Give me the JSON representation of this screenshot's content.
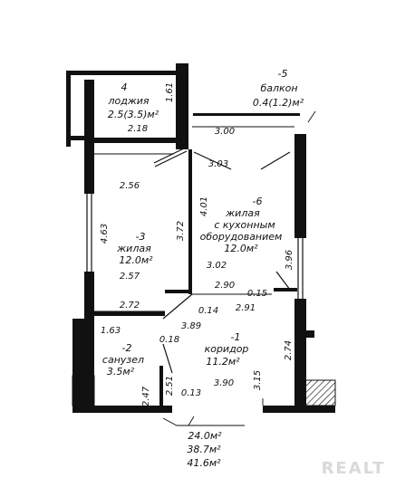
{
  "rooms": {
    "loggia": {
      "number": "4",
      "name": "лоджия",
      "area": "2.5(3.5)м²"
    },
    "balcony": {
      "number": "-5",
      "name": "балкон",
      "area": "0.4(1.2)м²"
    },
    "kitchen": {
      "number": "-6",
      "name_line1": "жилая",
      "name_line2": "с кухонным",
      "name_line3": "оборудованием",
      "area": "12.0м²"
    },
    "living": {
      "number": "-3",
      "name": "жилая",
      "area": "12.0м²"
    },
    "bathroom": {
      "number": "-2",
      "name": "санузел",
      "area": "3.5м²"
    },
    "corridor": {
      "number": "-1",
      "name": "коридор",
      "area": "11.2м²"
    }
  },
  "dimensions": {
    "d161": "1.61",
    "d218": "2.18",
    "d300": "3.00",
    "d303": "3.03",
    "d256": "2.56",
    "d401": "4.01",
    "d463": "4.63",
    "d372": "3.72",
    "d396": "3.96",
    "d302": "3.02",
    "d257": "2.57",
    "d290": "2.90",
    "d015": "0.15",
    "d272": "2.72",
    "d014": "0.14",
    "d291": "2.91",
    "d389": "3.89",
    "d163": "1.63",
    "d018": "0.18",
    "d274": "2.74",
    "d247": "2.47",
    "d251": "2.51",
    "d315": "3.15",
    "d013": "0.13",
    "d390": "3.90"
  },
  "totals": {
    "living_area": "24.0м²",
    "total_area": "38.7м²",
    "overall_area": "41.6м²"
  },
  "watermark": "REALT"
}
